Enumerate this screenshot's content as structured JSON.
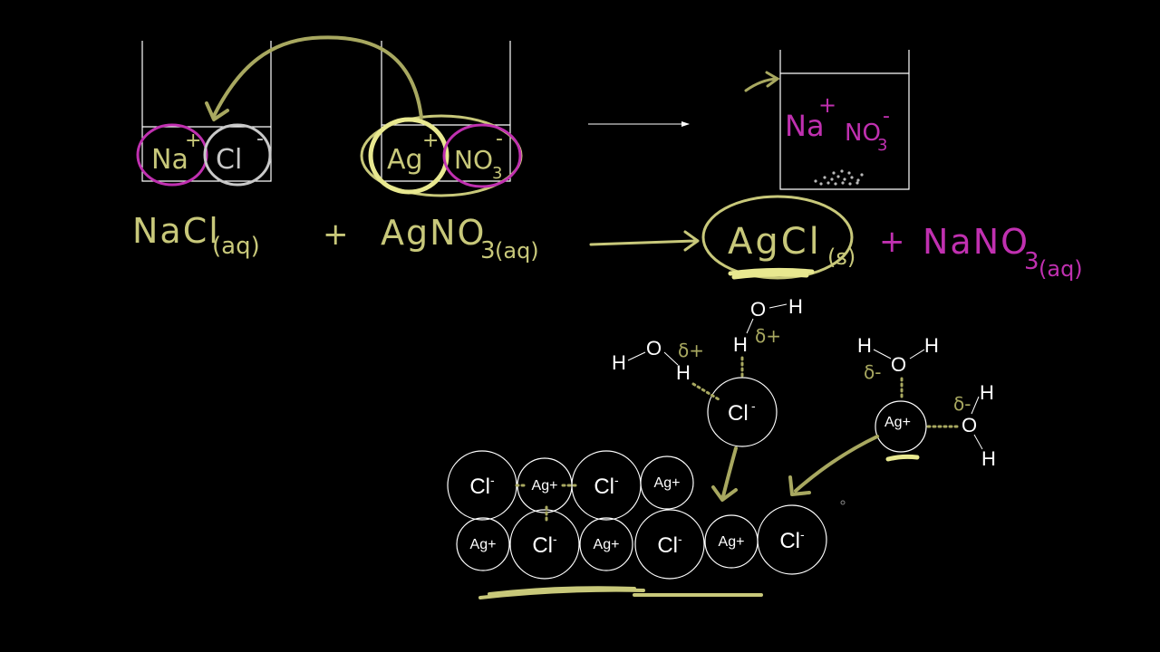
{
  "colors": {
    "background": "#000000",
    "chalk": "#ffffff",
    "gray": "#c8c8c8",
    "olive": "#c8c87a",
    "olive_dark": "#a8a860",
    "magenta": "#c030b0"
  },
  "beaker_left": {
    "na": "Na",
    "na_charge": "+",
    "cl": "Cl",
    "cl_charge": "-",
    "ag": "Ag",
    "ag_charge": "+",
    "no3": "NO",
    "no3_sub": "3",
    "no3_charge": "-"
  },
  "beaker_right": {
    "na": "Na",
    "na_charge": "+",
    "no3": "NO",
    "no3_sub": "3",
    "no3_charge": "-"
  },
  "equation": {
    "reactant1": "NaCl",
    "reactant1_state": "(aq)",
    "plus1": "+",
    "reactant2": "AgNO",
    "reactant2_sub": "3",
    "reactant2_state": "(aq)",
    "product1": "AgCl",
    "product1_state": "(s)",
    "plus2": "+",
    "product2": "NaNO",
    "product2_sub": "3",
    "product2_state": "(aq)"
  },
  "molecules": {
    "o": "O",
    "h": "H",
    "delta_plus": "δ+",
    "delta_minus": "δ-",
    "cl_ion": "Cl",
    "cl_charge": "-",
    "ag_ion": "Ag+"
  },
  "lattice": {
    "top_row": [
      "Cl-",
      "Ag+",
      "Cl-",
      "Ag+"
    ],
    "bottom_row": [
      "Ag+",
      "Cl-",
      "Ag+",
      "Cl-",
      "Ag+",
      "Cl-"
    ]
  }
}
